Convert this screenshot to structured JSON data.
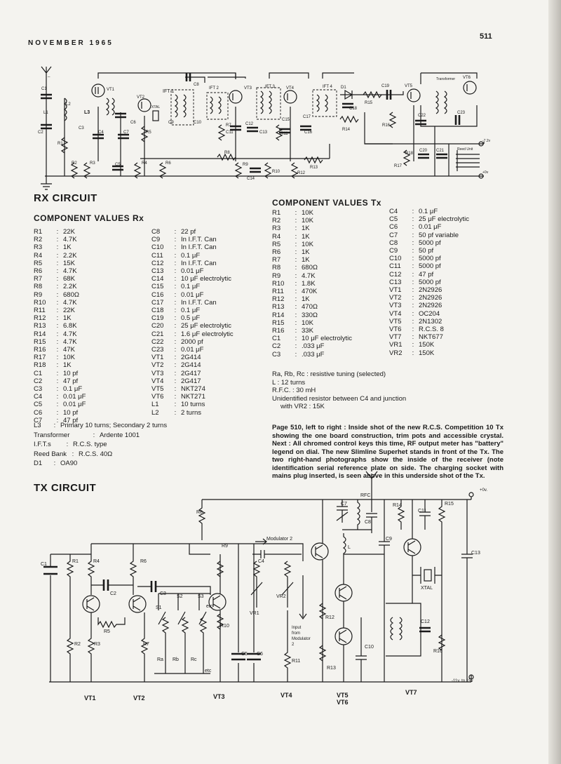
{
  "header": {
    "month": "NOVEMBER 1965",
    "page_number": "511"
  },
  "rx_circuit": {
    "heading": "RX CIRCUIT",
    "labels": {
      "ift1": "IFT 1",
      "ift2": "IFT 2",
      "ift3": "IFT 3",
      "ift4": "IFT 4",
      "xtal": "XTAL",
      "d1": "D1",
      "transformer": "Transformer",
      "reed_unit": "Reed Unit",
      "vt1": "VT1",
      "vt2": "VT2",
      "vt3": "VT3",
      "vt4": "VT4",
      "vt5": "VT5",
      "vt6": "VT6",
      "l1": "L1",
      "l2": "L2",
      "l3": "L3",
      "c1": "C1",
      "c2": "C2",
      "c3": "C3",
      "c4": "C4",
      "c5": "C5",
      "c6": "C6",
      "c7": "C7",
      "c8": "C8",
      "c9": "C9",
      "c10": "C10",
      "c11": "C11",
      "c12": "C12",
      "c13": "C13",
      "c14": "C14",
      "c15": "C15",
      "c16": "C16",
      "c17": "C17",
      "c18": "C18",
      "c19": "C19",
      "c20": "C20",
      "c21": "C21",
      "c22": "C22",
      "c23": "C23",
      "r1": "R1",
      "r2": "R2",
      "r3": "R3",
      "r4": "R4",
      "r5": "R5",
      "r6": "R6",
      "r7": "R7",
      "r8": "R8",
      "r9": "R9",
      "r10": "R10",
      "r11": "R11",
      "r12": "R12",
      "r13": "R13",
      "r14": "R14",
      "r15": "R15",
      "r16": "R16",
      "r17": "R17",
      "r18": "R18",
      "supply_neg": "-7.2v",
      "supply_zero": "+0v"
    }
  },
  "rx_components": {
    "heading": "COMPONENT VALUES Rx",
    "col1": [
      {
        "ref": "R1",
        "val": "22K"
      },
      {
        "ref": "R2",
        "val": "4.7K"
      },
      {
        "ref": "R3",
        "val": "1K"
      },
      {
        "ref": "R4",
        "val": "2.2K"
      },
      {
        "ref": "R5",
        "val": "15K"
      },
      {
        "ref": "R6",
        "val": "4.7K"
      },
      {
        "ref": "R7",
        "val": "68K"
      },
      {
        "ref": "R8",
        "val": "2.2K"
      },
      {
        "ref": "R9",
        "val": "680Ω"
      },
      {
        "ref": "R10",
        "val": "4.7K"
      },
      {
        "ref": "R11",
        "val": "22K"
      },
      {
        "ref": "R12",
        "val": "1K"
      },
      {
        "ref": "R13",
        "val": "6.8K"
      },
      {
        "ref": "R14",
        "val": "4.7K"
      },
      {
        "ref": "R15",
        "val": "4.7K"
      },
      {
        "ref": "R16",
        "val": "47K"
      },
      {
        "ref": "R17",
        "val": "10K"
      },
      {
        "ref": "R18",
        "val": "1K"
      },
      {
        "ref": "C1",
        "val": "10 pf"
      },
      {
        "ref": "C2",
        "val": "47 pf"
      },
      {
        "ref": "C3",
        "val": "0.1 μF"
      },
      {
        "ref": "C4",
        "val": "0.01 μF"
      },
      {
        "ref": "C5",
        "val": "0.01 μF"
      },
      {
        "ref": "C6",
        "val": "10 pf"
      },
      {
        "ref": "C7",
        "val": "47 pf"
      }
    ],
    "col2": [
      {
        "ref": "C8",
        "val": "22 pf"
      },
      {
        "ref": "C9",
        "val": "In I.F.T. Can"
      },
      {
        "ref": "C10",
        "val": "In I.F.T. Can"
      },
      {
        "ref": "C11",
        "val": "0.1 μF"
      },
      {
        "ref": "C12",
        "val": "In I.F.T. Can"
      },
      {
        "ref": "C13",
        "val": "0.01 μF"
      },
      {
        "ref": "C14",
        "val": "10 μF electrolytic"
      },
      {
        "ref": "C15",
        "val": "0.1 μF"
      },
      {
        "ref": "C16",
        "val": "0.01 μF"
      },
      {
        "ref": "C17",
        "val": "In I.F.T. Can"
      },
      {
        "ref": "C18",
        "val": "0.1 μF"
      },
      {
        "ref": "C19",
        "val": "0.5 μF"
      },
      {
        "ref": "C20",
        "val": "25 μF electrolytic"
      },
      {
        "ref": "C21",
        "val": "1.6 μF electrolytic"
      },
      {
        "ref": "C22",
        "val": "2000 pf"
      },
      {
        "ref": "C23",
        "val": "0.01 μF"
      },
      {
        "ref": "VT1",
        "val": "2G414"
      },
      {
        "ref": "VT2",
        "val": "2G414"
      },
      {
        "ref": "VT3",
        "val": "2G417"
      },
      {
        "ref": "VT4",
        "val": "2G417"
      },
      {
        "ref": "VT5",
        "val": "NKT274"
      },
      {
        "ref": "VT6",
        "val": "NKT271"
      },
      {
        "ref": "L1",
        "val": "10 turns"
      },
      {
        "ref": "L2",
        "val": "2 turns"
      }
    ],
    "extra": [
      {
        "ref": "L3",
        "val": "Primary 10 turns; Secondary 2 turns"
      },
      {
        "ref": "Transformer",
        "val": "Ardente 1001"
      },
      {
        "ref": "I.F.T.s",
        "val": "R.C.S. type"
      },
      {
        "ref": "Reed Bank",
        "val": "R.C.S. 40Ω"
      },
      {
        "ref": "D1",
        "val": "OA90"
      }
    ]
  },
  "tx_components": {
    "heading": "COMPONENT VALUES Tx",
    "col1": [
      {
        "ref": "R1",
        "val": "10K"
      },
      {
        "ref": "R2",
        "val": "10K"
      },
      {
        "ref": "R3",
        "val": "1K"
      },
      {
        "ref": "R4",
        "val": "1K"
      },
      {
        "ref": "R5",
        "val": "10K"
      },
      {
        "ref": "R6",
        "val": "1K"
      },
      {
        "ref": "R7",
        "val": "1K"
      },
      {
        "ref": "R8",
        "val": "680Ω"
      },
      {
        "ref": "R9",
        "val": "4.7K"
      },
      {
        "ref": "R10",
        "val": "1.8K"
      },
      {
        "ref": "R11",
        "val": "470K"
      },
      {
        "ref": "R12",
        "val": "1K"
      },
      {
        "ref": "R13",
        "val": "470Ω"
      },
      {
        "ref": "R14",
        "val": "330Ω"
      },
      {
        "ref": "R15",
        "val": "10K"
      },
      {
        "ref": "R16",
        "val": "33K"
      },
      {
        "ref": "C1",
        "val": "10 μF electrolytic"
      },
      {
        "ref": "C2",
        "val": ".033 μF"
      },
      {
        "ref": "C3",
        "val": ".033 μF"
      }
    ],
    "col2": [
      {
        "ref": "C4",
        "val": "0.1 μF"
      },
      {
        "ref": "C5",
        "val": "25 μF electrolytic"
      },
      {
        "ref": "C6",
        "val": "0.01 μF"
      },
      {
        "ref": "C7",
        "val": "50 pf variable"
      },
      {
        "ref": "C8",
        "val": "5000 pf"
      },
      {
        "ref": "C9",
        "val": "50 pf"
      },
      {
        "ref": "C10",
        "val": "5000 pf"
      },
      {
        "ref": "C11",
        "val": "5000 pf"
      },
      {
        "ref": "C12",
        "val": "47 pf"
      },
      {
        "ref": "C13",
        "val": "5000 pf"
      },
      {
        "ref": "VT1",
        "val": "2N2926"
      },
      {
        "ref": "VT2",
        "val": "2N2926"
      },
      {
        "ref": "VT3",
        "val": "2N2926"
      },
      {
        "ref": "VT4",
        "val": "OC204"
      },
      {
        "ref": "VT5",
        "val": "2N1302"
      },
      {
        "ref": "VT6",
        "val": "R.C.S. 8"
      },
      {
        "ref": "VT7",
        "val": "NKT677"
      },
      {
        "ref": "VR1",
        "val": "150K"
      },
      {
        "ref": "VR2",
        "val": "150K"
      }
    ],
    "notes": [
      "Ra, Rb, Rc :  resistive tuning (selected)",
      "L  :  12 turns",
      "R.F.C. :  30 mH",
      "Unidentified resistor between C4 and junction",
      "with VR2 : 15K"
    ]
  },
  "caption": "Page 510, left to right : Inside shot of the new R.C.S. Competition 10 Tx showing the one board construction, trim pots and accessible crystal. Next : All chromed control keys this time, RF output meter has \"battery\" legend on dial. The new Slimline Superhet stands in front of the Tx. The two right-hand photographs show the inside of the receiver (note identification serial reference plate on side. The charging socket with mains plug inserted, is seen above in this underside shot of the Tx.",
  "tx_circuit": {
    "heading": "TX CIRCUIT",
    "labels": {
      "r1": "R1",
      "r2": "R2",
      "r3": "R3",
      "r4": "R4",
      "r5": "R5",
      "r6": "R6",
      "r7": "R7",
      "r8": "R8",
      "r9": "R9",
      "r10": "R10",
      "r11": "R11",
      "r12": "R12",
      "r13": "R13",
      "r14": "R14",
      "r15": "R15",
      "r16": "R16",
      "c1": "C1",
      "c2": "C2",
      "c3": "C3",
      "c4": "C4",
      "c5": "C5",
      "c6": "C6",
      "c7": "C7",
      "c8": "C8",
      "c9": "C9",
      "c10": "C10",
      "c11": "C11",
      "c12": "C12",
      "c13": "C13",
      "s1": "S1",
      "s2": "S2",
      "s3": "S3",
      "ra": "Ra",
      "rb": "Rb",
      "rc": "Rc",
      "etc1": "etc",
      "etc2": "etc",
      "vr1": "VR1",
      "vr2": "VR2",
      "rfc": "RFC",
      "l": "L",
      "xtal": "XTAL",
      "mod2": "Modulator 2",
      "input_1": "Input",
      "input_2": "from",
      "input_3": "Modulator",
      "input_4": "2",
      "supply_top": "+0v.",
      "supply_bottom": "-11v. to 15v",
      "vt1": "VT1",
      "vt2": "VT2",
      "vt3": "VT3",
      "vt4": "VT4",
      "vt5": "VT5",
      "vt6": "VT6",
      "vt7": "VT7"
    }
  }
}
